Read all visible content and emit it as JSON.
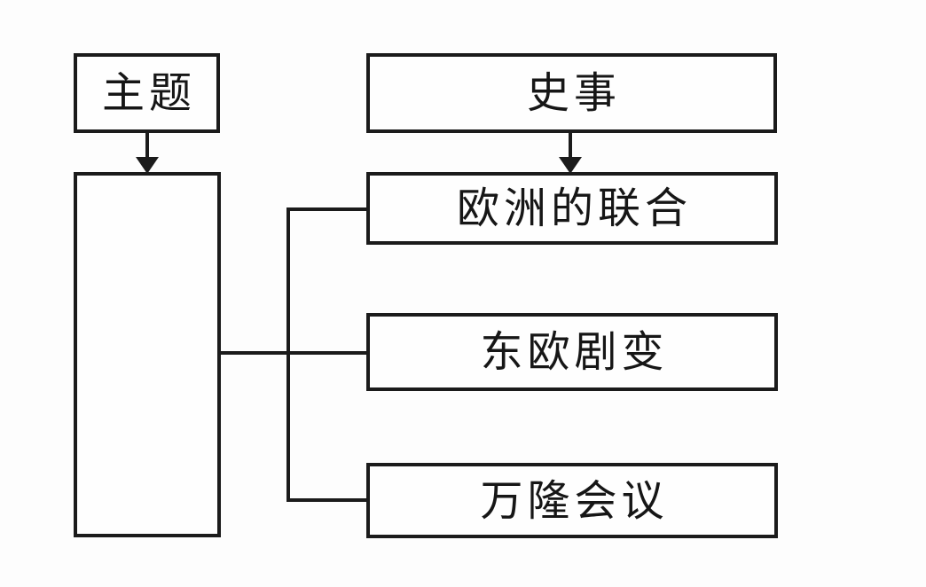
{
  "diagram": {
    "title": "theme-to-history-events-diagram",
    "theme_header": {
      "label": "主题"
    },
    "events_header": {
      "label": "史事"
    },
    "answer_box": {
      "label": ""
    },
    "events": [
      {
        "label": "欧洲的联合"
      },
      {
        "label": "东欧剧变"
      },
      {
        "label": "万隆会议"
      }
    ],
    "colors": {
      "line": "#1b1b1b",
      "background": "#fdfdfd",
      "box_fill": "#fefefe"
    }
  }
}
